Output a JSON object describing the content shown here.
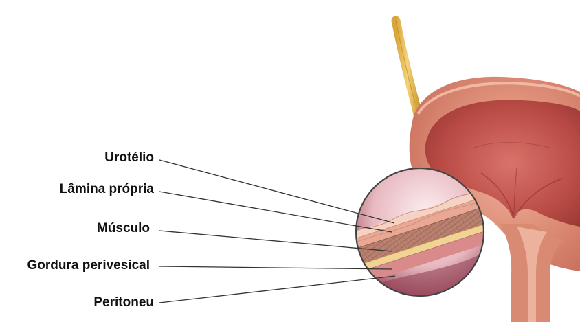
{
  "diagram": {
    "organ": "bladder",
    "labels": [
      {
        "id": "urotelio",
        "text": "Urotélio"
      },
      {
        "id": "lamina",
        "text": "Lâmina própria"
      },
      {
        "id": "musculo",
        "text": "Músculo"
      },
      {
        "id": "gordura",
        "text": "Gordura perivesical"
      },
      {
        "id": "peritoneu",
        "text": "Peritoneu"
      }
    ]
  },
  "colors": {
    "background": "#ffffff",
    "label_text": "#111111",
    "leader_line": "#333333",
    "bladder_outer": "#d98a72",
    "bladder_inner": "#c4574a",
    "bladder_cavity": "#b84a44",
    "ureter": "#e8c060",
    "urothelium": "#f2c9b8",
    "lamina_propria": "#e7a591",
    "muscle": "#b77f6e",
    "perivesical_fat": "#f0d596",
    "peritoneum": "#d9878a",
    "magnifier_rim": "#444444"
  }
}
